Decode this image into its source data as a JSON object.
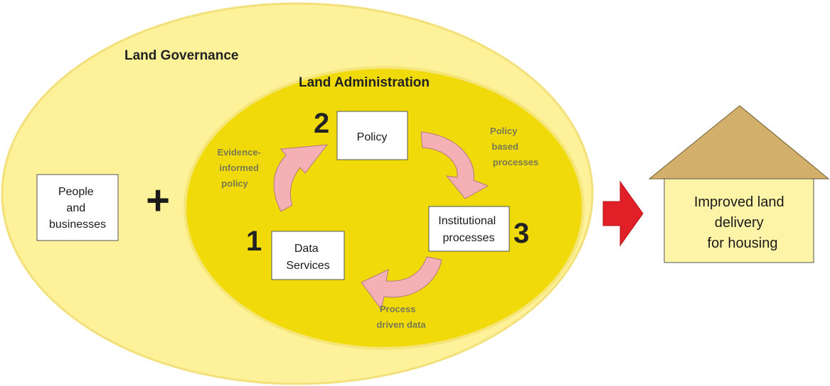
{
  "outer_label": "Land Governance",
  "inner_label": "Land Administration",
  "people_box": {
    "line1": "People",
    "line2": "and",
    "line3": "businesses"
  },
  "plus_symbol": "+",
  "policy_box": {
    "label": "Policy",
    "number": "2"
  },
  "institutional_box": {
    "line1": "Institutional",
    "line2": "processes",
    "number": "3"
  },
  "data_box": {
    "line1": "Data",
    "line2": "Services",
    "number": "1"
  },
  "arrow_labels": {
    "evidence": {
      "line1": "Evidence-",
      "line2": "informed",
      "line3": "policy"
    },
    "policy_based": {
      "line1": "Policy",
      "line2": "based",
      "line3": "processes"
    },
    "process_driven": {
      "line1": "Process",
      "line2": "driven data"
    }
  },
  "house": {
    "line1": "Improved land",
    "line2": "delivery",
    "line3": "for housing"
  },
  "colors": {
    "outer_fill": "#fdf29a",
    "outer_stroke": "#f3e07a",
    "inner_fill": "#f0da0a",
    "inner_stroke": "#e8c93a",
    "cycle_arrow_fill": "#f5b0b6",
    "cycle_arrow_stroke": "#b07a80",
    "big_arrow": "#e01f26",
    "roof": "#d2b06b",
    "house_body": "#fdf4a8",
    "label_gray": "#7a7a52"
  }
}
